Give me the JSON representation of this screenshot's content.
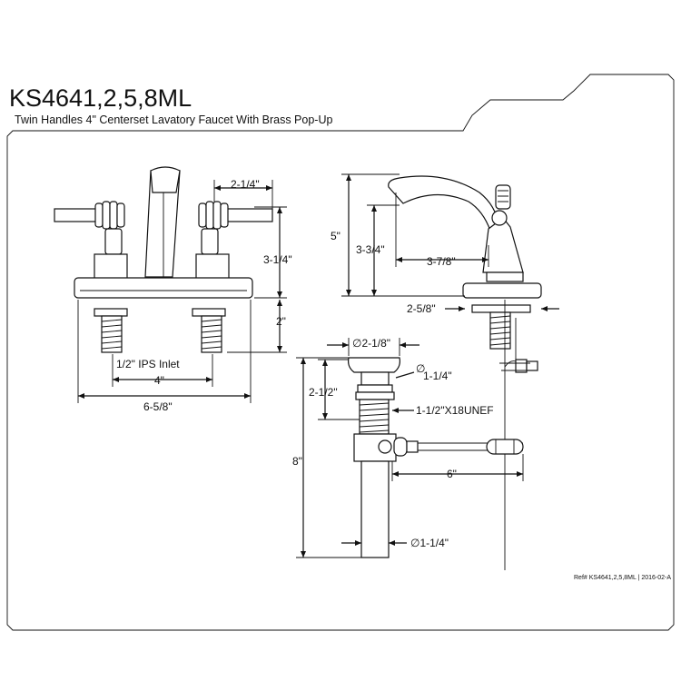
{
  "header": {
    "model": "KS4641,2,5,8ML",
    "subtitle": "Twin Handles 4\" Centerset Lavatory Faucet With Brass Pop-Up"
  },
  "front_view": {
    "handle_spread": "2-1/4\"",
    "height_above_deck": "3-1/4\"",
    "shank_length": "2\"",
    "inlet": "1/2\" IPS Inlet",
    "center_spacing": "4\"",
    "overall_width": "6-5/8\""
  },
  "side_view": {
    "overall_height": "5\"",
    "spout_height": "3-3/4\"",
    "spout_reach": "3-7/8\"",
    "base_depth": "2-5/8\""
  },
  "popup_drain": {
    "flange_diameter": "∅2-1/8\"",
    "stopper_diameter": "1-1/4\"",
    "stopper_symbol": "∅",
    "body_height": "2-1/2\"",
    "thread": "1-1/2\"X18UNEF",
    "total_height": "8\"",
    "rod_length": "6\"",
    "tailpiece_diameter": "∅1-1/4\""
  },
  "footer": {
    "reference": "Ref# KS4641,2,5,8ML | 2016-02-A"
  }
}
